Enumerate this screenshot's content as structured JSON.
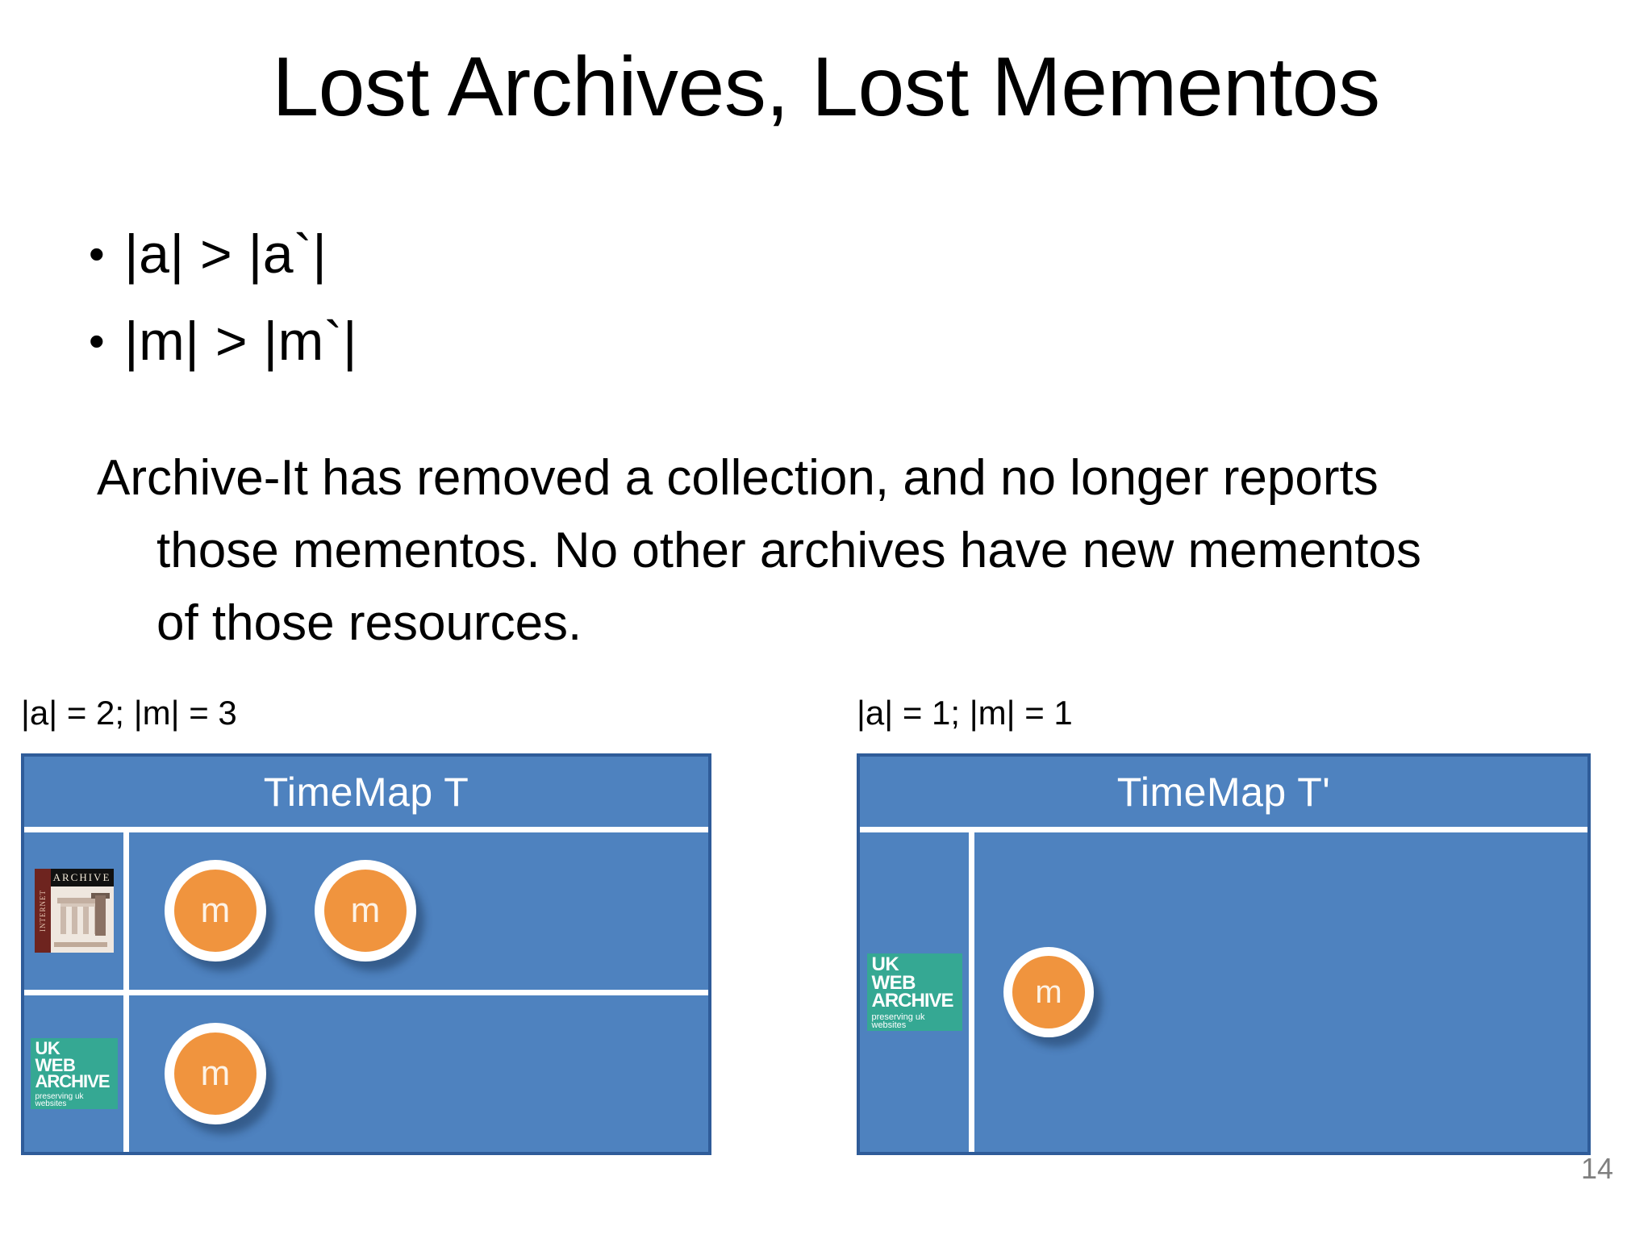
{
  "slide": {
    "title": "Lost Archives, Lost Mementos",
    "page_number": "14"
  },
  "bullets": [
    {
      "marker": "•",
      "text": "|a| > |a`|"
    },
    {
      "marker": "•",
      "text": "|m| > |m`|"
    }
  ],
  "paragraph": {
    "line1": "Archive-It has removed a collection, and no longer reports",
    "line2": "those mementos. No other archives have new mementos",
    "line3": "of those resources."
  },
  "colors": {
    "panel_fill": "#4E82BF",
    "panel_border": "#2F5C99",
    "memento_fill": "#F0943E",
    "memento_border": "#FFFFFF",
    "ukwa_green": "#35A893",
    "ia_maroon": "#6E241F",
    "page_number_gray": "#7F7F7F"
  },
  "diagrams": [
    {
      "cardinality": "|a| = 2; |m| = 3",
      "header": "TimeMap T",
      "rows": [
        {
          "archive": "Internet Archive",
          "logo": {
            "kind": "internet-archive-logo",
            "spine": "INTERNET",
            "band": "ARCHIVE"
          },
          "mementos": [
            {
              "label": "m"
            },
            {
              "label": "m"
            }
          ]
        },
        {
          "archive": "UK Web Archive",
          "logo": {
            "kind": "uk-web-archive-logo",
            "line1": "UK",
            "line2": "WEB",
            "line3": "ARCHIVE",
            "tagline": "preserving uk websites"
          },
          "mementos": [
            {
              "label": "m"
            }
          ]
        }
      ]
    },
    {
      "cardinality": "|a| = 1; |m| = 1",
      "header": "TimeMap T'",
      "rows": [
        {
          "archive": "UK Web Archive",
          "logo": {
            "kind": "uk-web-archive-logo",
            "line1": "UK",
            "line2": "WEB",
            "line3": "ARCHIVE",
            "tagline": "preserving uk websites"
          },
          "mementos": [
            {
              "label": "m"
            }
          ]
        }
      ]
    }
  ]
}
